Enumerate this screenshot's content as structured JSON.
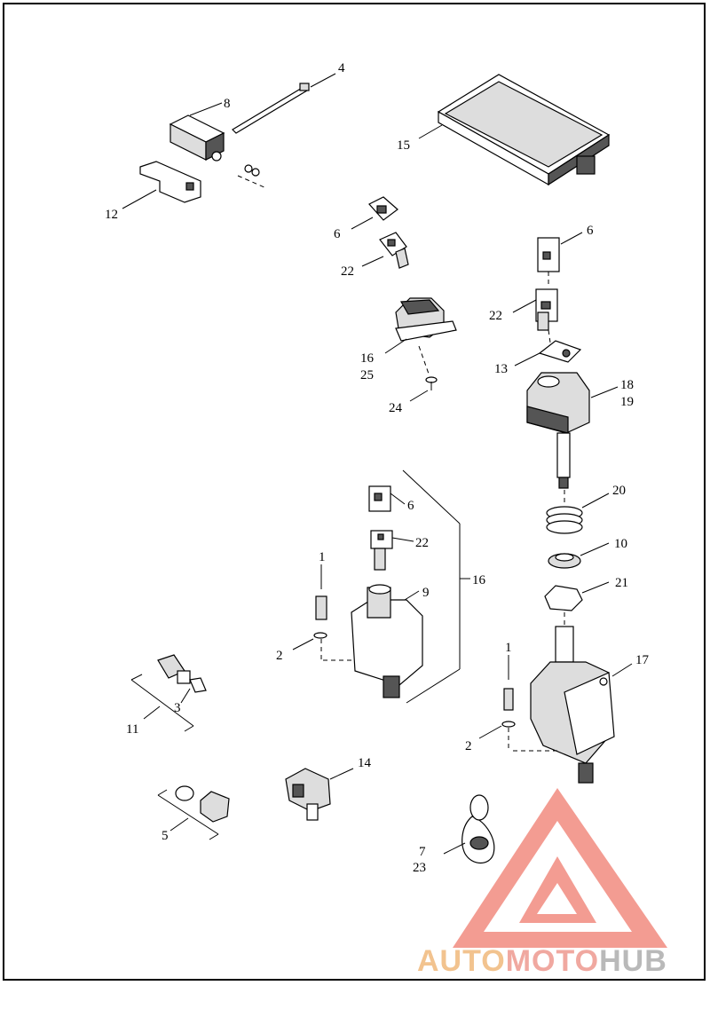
{
  "callouts": [
    {
      "id": "c4",
      "text": "4"
    },
    {
      "id": "c8",
      "text": "8"
    },
    {
      "id": "c15",
      "text": "15"
    },
    {
      "id": "c12",
      "text": "12"
    },
    {
      "id": "c6a",
      "text": "6"
    },
    {
      "id": "c22a",
      "text": "22"
    },
    {
      "id": "c6b",
      "text": "6"
    },
    {
      "id": "c22b",
      "text": "22"
    },
    {
      "id": "c16a",
      "text": "16"
    },
    {
      "id": "c25",
      "text": "25"
    },
    {
      "id": "c13",
      "text": "13"
    },
    {
      "id": "c18",
      "text": "18"
    },
    {
      "id": "c19",
      "text": "19"
    },
    {
      "id": "c24",
      "text": "24"
    },
    {
      "id": "c20",
      "text": "20"
    },
    {
      "id": "c6c",
      "text": "6"
    },
    {
      "id": "c22c",
      "text": "22"
    },
    {
      "id": "c10",
      "text": "10"
    },
    {
      "id": "c16b",
      "text": "16"
    },
    {
      "id": "c1a",
      "text": "1"
    },
    {
      "id": "c9",
      "text": "9"
    },
    {
      "id": "c21",
      "text": "21"
    },
    {
      "id": "c2a",
      "text": "2"
    },
    {
      "id": "c17",
      "text": "17"
    },
    {
      "id": "c1b",
      "text": "1"
    },
    {
      "id": "c3",
      "text": "3"
    },
    {
      "id": "c11",
      "text": "11"
    },
    {
      "id": "c2b",
      "text": "2"
    },
    {
      "id": "c14",
      "text": "14"
    },
    {
      "id": "c5",
      "text": "5"
    },
    {
      "id": "c7",
      "text": "7"
    },
    {
      "id": "c23",
      "text": "23"
    }
  ],
  "watermark": {
    "part1": "AUTO",
    "part2": "MOTO",
    "part3": "HUB",
    "triangle_color": "#f07b6e",
    "auto_color": "#f2c38f",
    "moto_color": "#f0a8a0",
    "hub_color": "#b9b9b9"
  }
}
